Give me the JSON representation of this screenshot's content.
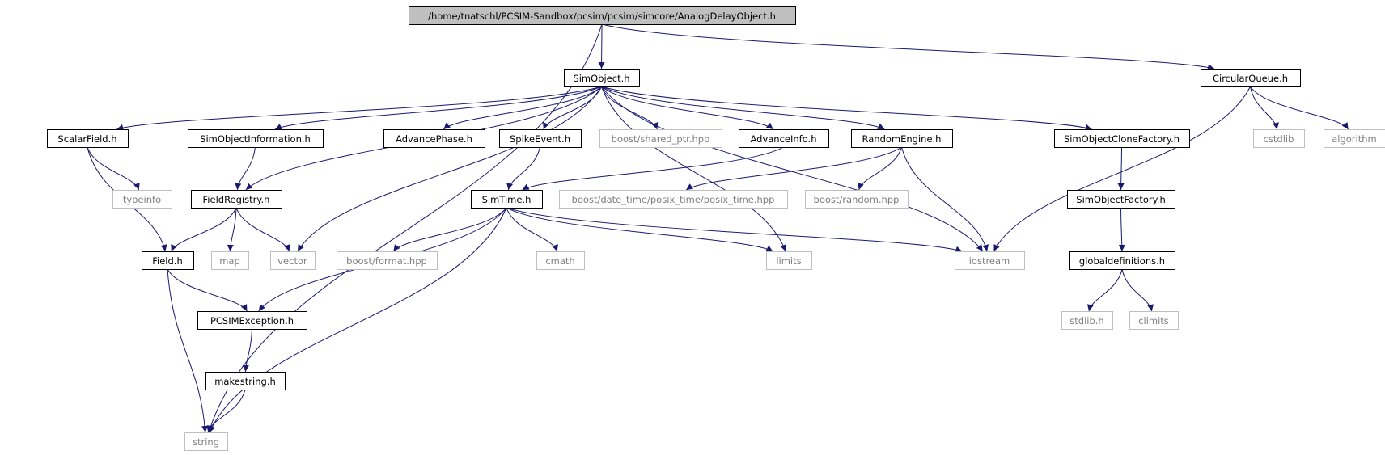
{
  "diagram": {
    "edge_color": "#191970",
    "root_fill": "#bfbfbf",
    "nodes": [
      {
        "id": "root",
        "label": "/home/tnatschl/PCSIM-Sandbox/pcsim/pcsim/simcore/AnalogDelayObject.h",
        "kind": "root"
      },
      {
        "id": "simobject",
        "label": "SimObject.h",
        "kind": "header"
      },
      {
        "id": "circularqueue",
        "label": "CircularQueue.h",
        "kind": "header"
      },
      {
        "id": "scalarfield",
        "label": "ScalarField.h",
        "kind": "header"
      },
      {
        "id": "simobjectinformation",
        "label": "SimObjectInformation.h",
        "kind": "header"
      },
      {
        "id": "advancephase",
        "label": "AdvancePhase.h",
        "kind": "header"
      },
      {
        "id": "spikeevent",
        "label": "SpikeEvent.h",
        "kind": "header"
      },
      {
        "id": "shared_ptr",
        "label": "boost/shared_ptr.hpp",
        "kind": "external"
      },
      {
        "id": "advanceinfo",
        "label": "AdvanceInfo.h",
        "kind": "header"
      },
      {
        "id": "randomengine",
        "label": "RandomEngine.h",
        "kind": "header"
      },
      {
        "id": "clonefactory",
        "label": "SimObjectCloneFactory.h",
        "kind": "header"
      },
      {
        "id": "cstdlib",
        "label": "cstdlib",
        "kind": "external"
      },
      {
        "id": "algorithm",
        "label": "algorithm",
        "kind": "external"
      },
      {
        "id": "typeinfo",
        "label": "typeinfo",
        "kind": "external"
      },
      {
        "id": "fieldregistry",
        "label": "FieldRegistry.h",
        "kind": "header"
      },
      {
        "id": "simtime",
        "label": "SimTime.h",
        "kind": "header"
      },
      {
        "id": "posix_time",
        "label": "boost/date_time/posix_time/posix_time.hpp",
        "kind": "external"
      },
      {
        "id": "random",
        "label": "boost/random.hpp",
        "kind": "external"
      },
      {
        "id": "simobjectfactory",
        "label": "SimObjectFactory.h",
        "kind": "header"
      },
      {
        "id": "field",
        "label": "Field.h",
        "kind": "header"
      },
      {
        "id": "map",
        "label": "map",
        "kind": "external"
      },
      {
        "id": "vector",
        "label": "vector",
        "kind": "external"
      },
      {
        "id": "format",
        "label": "boost/format.hpp",
        "kind": "external"
      },
      {
        "id": "cmath",
        "label": "cmath",
        "kind": "external"
      },
      {
        "id": "limits",
        "label": "limits",
        "kind": "external"
      },
      {
        "id": "iostream",
        "label": "iostream",
        "kind": "external"
      },
      {
        "id": "globaldefinitions",
        "label": "globaldefinitions.h",
        "kind": "header"
      },
      {
        "id": "pcsimexception",
        "label": "PCSIMException.h",
        "kind": "header"
      },
      {
        "id": "stdlib",
        "label": "stdlib.h",
        "kind": "external"
      },
      {
        "id": "climits",
        "label": "climits",
        "kind": "external"
      },
      {
        "id": "makestring",
        "label": "makestring.h",
        "kind": "header"
      },
      {
        "id": "string",
        "label": "string",
        "kind": "external"
      }
    ],
    "edges": [
      [
        "root",
        "simobject"
      ],
      [
        "root",
        "circularqueue"
      ],
      [
        "root",
        "string"
      ],
      [
        "simobject",
        "scalarfield"
      ],
      [
        "simobject",
        "simobjectinformation"
      ],
      [
        "simobject",
        "advancephase"
      ],
      [
        "simobject",
        "spikeevent"
      ],
      [
        "simobject",
        "shared_ptr"
      ],
      [
        "simobject",
        "advanceinfo"
      ],
      [
        "simobject",
        "randomengine"
      ],
      [
        "simobject",
        "clonefactory"
      ],
      [
        "simobject",
        "fieldregistry"
      ],
      [
        "simobject",
        "vector"
      ],
      [
        "simobject",
        "limits"
      ],
      [
        "simobject",
        "iostream"
      ],
      [
        "circularqueue",
        "cstdlib"
      ],
      [
        "circularqueue",
        "algorithm"
      ],
      [
        "circularqueue",
        "iostream"
      ],
      [
        "scalarfield",
        "typeinfo"
      ],
      [
        "scalarfield",
        "field"
      ],
      [
        "simobjectinformation",
        "fieldregistry"
      ],
      [
        "spikeevent",
        "simtime"
      ],
      [
        "advanceinfo",
        "simtime"
      ],
      [
        "randomengine",
        "posix_time"
      ],
      [
        "randomengine",
        "random"
      ],
      [
        "randomengine",
        "iostream"
      ],
      [
        "clonefactory",
        "simobjectfactory"
      ],
      [
        "fieldregistry",
        "field"
      ],
      [
        "fieldregistry",
        "map"
      ],
      [
        "fieldregistry",
        "vector"
      ],
      [
        "simtime",
        "format"
      ],
      [
        "simtime",
        "cmath"
      ],
      [
        "simtime",
        "limits"
      ],
      [
        "simtime",
        "iostream"
      ],
      [
        "simtime",
        "pcsimexception"
      ],
      [
        "simtime",
        "string"
      ],
      [
        "simobjectfactory",
        "globaldefinitions"
      ],
      [
        "field",
        "pcsimexception"
      ],
      [
        "field",
        "string"
      ],
      [
        "globaldefinitions",
        "stdlib"
      ],
      [
        "globaldefinitions",
        "climits"
      ],
      [
        "pcsimexception",
        "makestring"
      ],
      [
        "makestring",
        "string"
      ]
    ]
  }
}
